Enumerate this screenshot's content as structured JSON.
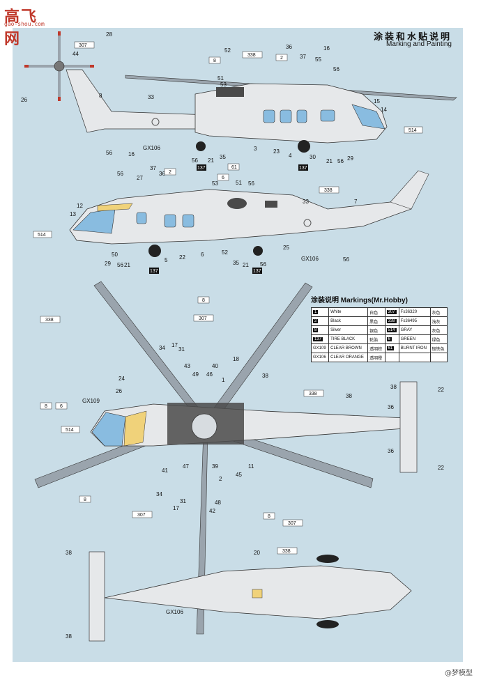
{
  "site": {
    "logo_text": "高飞网",
    "logo_url": "gao-shou.com"
  },
  "header": {
    "title_cn": "涂装和水贴说明",
    "title_en": "Marking and Painting"
  },
  "views": {
    "left_side": {
      "callouts": [
        "28",
        "26",
        "44",
        "8",
        "33",
        "56",
        "GX106",
        "56",
        "137",
        "21",
        "35",
        "52",
        "51",
        "53",
        "3",
        "23",
        "4",
        "30",
        "137",
        "21",
        "56",
        "29",
        "14",
        "15",
        "16",
        "55",
        "56",
        "36",
        "37"
      ],
      "tags": [
        "307",
        "8",
        "338",
        "2",
        "514",
        "61",
        "137"
      ]
    },
    "right_side": {
      "callouts": [
        "16",
        "27",
        "56",
        "37",
        "36",
        "12",
        "13",
        "50",
        "29",
        "56",
        "21",
        "5",
        "22",
        "6",
        "52",
        "35",
        "21",
        "56",
        "25",
        "33",
        "7",
        "51",
        "53",
        "56",
        "56",
        "GX106"
      ],
      "tags": [
        "2",
        "6",
        "338",
        "514",
        "137",
        "137"
      ]
    },
    "top": {
      "callouts": [
        "34",
        "17",
        "31",
        "43",
        "49",
        "40",
        "46",
        "18",
        "1",
        "24",
        "26",
        "38",
        "GX109",
        "38",
        "36",
        "22",
        "36",
        "38",
        "22",
        "41",
        "47",
        "34",
        "31",
        "17",
        "42",
        "48",
        "39",
        "2",
        "45",
        "11"
      ],
      "tags": [
        "8",
        "307",
        "338",
        "8",
        "6",
        "514",
        "338",
        "8",
        "307",
        "8",
        "307"
      ]
    },
    "bottom": {
      "callouts": [
        "38",
        "20",
        "38",
        "GX106"
      ],
      "tags": [
        "338"
      ]
    }
  },
  "legend": {
    "title": "涂装说明 Markings(Mr.Hobby)",
    "rows": [
      {
        "code_l": "1",
        "name_l": "White",
        "cn_l": "白色",
        "code_r": "307",
        "name_r": "Fs36320",
        "cn_r": "灰色"
      },
      {
        "code_l": "2",
        "name_l": "Black",
        "cn_l": "黑色",
        "code_r": "338",
        "name_r": "Fs36495",
        "cn_r": "浅灰"
      },
      {
        "code_l": "8",
        "name_l": "Silver",
        "cn_l": "银色",
        "code_r": "514",
        "name_r": "GRAY",
        "cn_r": "灰色"
      },
      {
        "code_l": "137",
        "name_l": "TIRE BLACK",
        "cn_l": "轮胎",
        "code_r": "6",
        "name_r": "GREEN",
        "cn_r": "绿色"
      },
      {
        "code_l": "GX109",
        "name_l": "CLEAR BROWN",
        "cn_l": "透明棕",
        "code_r": "61",
        "name_r": "BURNT IRON",
        "cn_r": "锻铁色"
      },
      {
        "code_l": "GX106",
        "name_l": "CLEAR ORANGE",
        "cn_l": "透明橙",
        "code_r": "",
        "name_r": "",
        "cn_r": ""
      }
    ]
  },
  "watermark": "@梦模型",
  "colors": {
    "background": "#c9dde7",
    "fuselage": "#e6e8ea",
    "panel_dark": "#4a4a4a",
    "canopy": "#89bce0",
    "tail_band_red": "#c0392b"
  }
}
